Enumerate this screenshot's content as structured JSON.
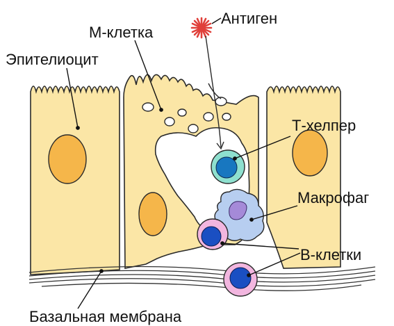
{
  "labels": {
    "antigen": "Антиген",
    "m_cell": "М-клетка",
    "epitheliocyte": "Эпителиоцит",
    "t_helper": "Т-хелпер",
    "macrophage": "Макрофаг",
    "b_cells": "В-клетки",
    "basement_membrane": "Базальная мембрана"
  },
  "colors": {
    "cytoplasm": "#fbe6a6",
    "nucleus": "#f5b64a",
    "outline": "#2a2a2a",
    "antigen": "#e0403a",
    "t_cell_ring": "#8ee0cf",
    "t_cell_nucleus": "#1877c0",
    "macrophage_body": "#b7cef0",
    "macrophage_nucleus": "#a58ad8",
    "b_cell_ring": "#f2b6df",
    "b_cell_nucleus": "#1a4fc2",
    "membrane_lines": "#333333"
  }
}
